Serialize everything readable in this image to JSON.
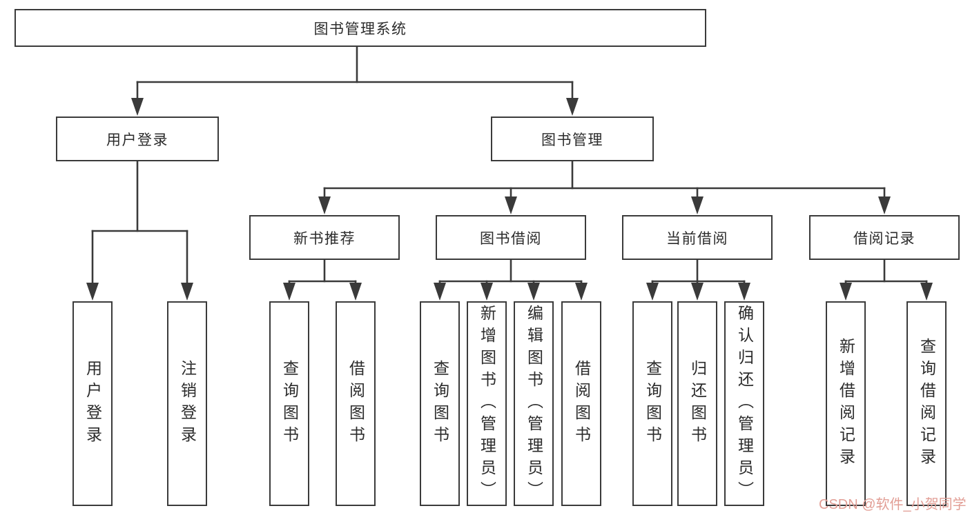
{
  "diagram_title": "图书管理系统",
  "nodes": {
    "root": {
      "label": "图书管理系统"
    },
    "level1": [
      {
        "label": "用户登录"
      },
      {
        "label": "图书管理"
      }
    ],
    "level2": [
      {
        "label": "新书推荐",
        "parent": "图书管理"
      },
      {
        "label": "图书借阅",
        "parent": "图书管理"
      },
      {
        "label": "当前借阅",
        "parent": "图书管理"
      },
      {
        "label": "借阅记录",
        "parent": "图书管理"
      }
    ],
    "leaves": [
      {
        "label": "用户登录",
        "parent": "用户登录"
      },
      {
        "label": "注销登录",
        "parent": "用户登录"
      },
      {
        "label": "查询图书",
        "parent": "新书推荐"
      },
      {
        "label": "借阅图书",
        "parent": "新书推荐"
      },
      {
        "label": "查询图书",
        "parent": "图书借阅"
      },
      {
        "label": "新增图书（管理员）",
        "parent": "图书借阅"
      },
      {
        "label": "编辑图书（管理员）",
        "parent": "图书借阅"
      },
      {
        "label": "借阅图书",
        "parent": "图书借阅"
      },
      {
        "label": "查询图书",
        "parent": "当前借阅"
      },
      {
        "label": "归还图书",
        "parent": "当前借阅"
      },
      {
        "label": "确认归还（管理员）",
        "parent": "当前借阅"
      },
      {
        "label": "新增借阅记录",
        "parent": "借阅记录"
      },
      {
        "label": "查询借阅记录",
        "parent": "借阅记录"
      }
    ]
  },
  "watermark": {
    "text": "CSDN @软件_小贺同学"
  },
  "colors": {
    "line": "#3a3a3a",
    "text": "#2b2b2b",
    "box_background": "#ffffff",
    "page_background": "#ffffff",
    "watermark": "#e29e95"
  }
}
